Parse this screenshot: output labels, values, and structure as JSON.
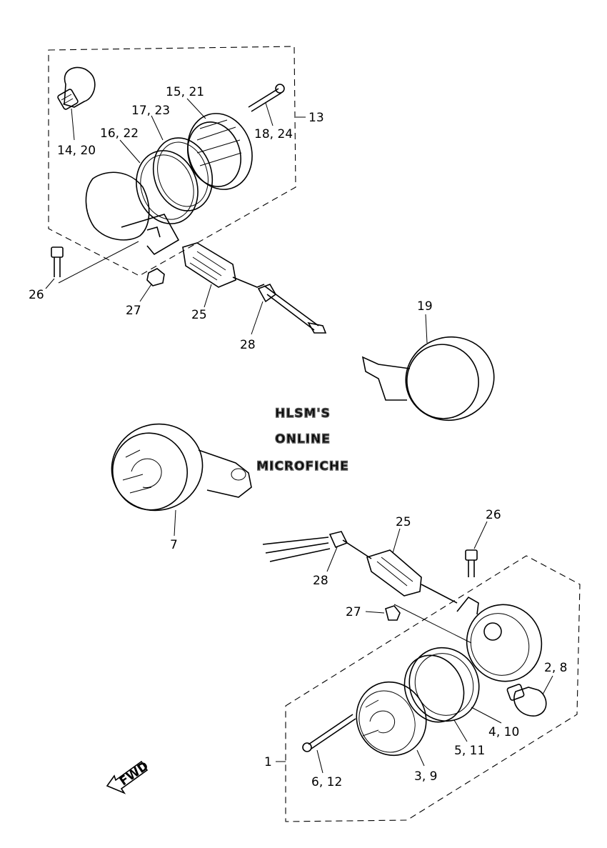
{
  "callouts": {
    "c1": "1",
    "c2_8": "2, 8",
    "c3_9": "3, 9",
    "c4_10": "4, 10",
    "c5_11": "5, 11",
    "c6_12": "6, 12",
    "c7": "7",
    "c13": "13",
    "c14_20": "14, 20",
    "c15_21": "15, 21",
    "c16_22": "16, 22",
    "c17_23": "17, 23",
    "c18_24": "18, 24",
    "c19": "19",
    "c25_top": "25",
    "c25_bottom": "25",
    "c26_top": "26",
    "c26_bottom": "26",
    "c27_top": "27",
    "c27_bottom": "27",
    "c28_top": "28",
    "c28_bottom": "28"
  },
  "watermark": {
    "line1": "HLSM'S",
    "line2": "ONLINE",
    "line3": "MICROFICHE"
  },
  "fwd_label": "FWD"
}
